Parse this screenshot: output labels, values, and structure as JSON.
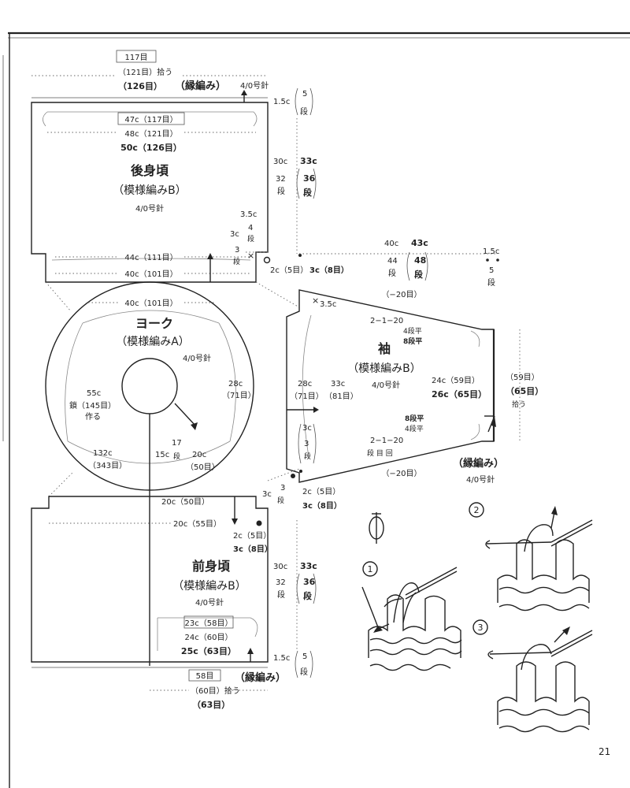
{
  "page_number": "21",
  "back_body": {
    "title": "後身頃",
    "pattern": "（模様編みB）",
    "needle": "4/0号針",
    "pick_up_boxed": "117目",
    "pick_up_mid": "（121目）拾う",
    "pick_up_large": "（126目）",
    "edging": "（縁編み）",
    "edging_needle": "4/0号針",
    "width_boxed": "47c（117目）",
    "width_mid": "48c（121目）",
    "width_large": "50c（126目）",
    "bottom_width_a": "44c（111目）",
    "bottom_width_b": "40c（101目）",
    "edge_cm": "1.5c",
    "edge_rows": "5",
    "edge_rows_unit": "段",
    "length_a": "30c",
    "length_b": "33c",
    "rows_a": "32",
    "rows_b": "36",
    "rows_unit": "段",
    "dec_cm": "3.5c",
    "dec_cm2": "3c",
    "dec_rows_a": "4",
    "dec_rows_b": "3",
    "cross": "×",
    "side_a": "2c（5目）",
    "side_b": "3c（8目）"
  },
  "yoke": {
    "title": "ヨーク",
    "pattern": "（模様編みA）",
    "needle": "4/0号針",
    "top_width": "40c（101目）",
    "side_a": "28c",
    "side_b": "（71目）",
    "chain_cm": "55c",
    "chain_sts": "鎖（145目）",
    "chain_make": "作る",
    "outer_cm": "132c",
    "outer_sts": "（343目）",
    "depth_cm": "15c",
    "depth_rows": "17",
    "depth_unit": "段",
    "bottom_a": "20c",
    "bottom_b": "（50目）"
  },
  "sleeve": {
    "title": "袖",
    "pattern": "（模様編みB）",
    "needle": "4/0号針",
    "len_a": "40c",
    "len_b": "43c",
    "rows_a": "44",
    "rows_b": "48",
    "rows_unit": "段",
    "edge_cm": "1.5c",
    "edge_rows": "5",
    "edge_rows_unit": "段",
    "inc_top": "（−20目）",
    "inc_rule_top": "2−1−20",
    "plain_a": "4段平",
    "plain_b": "8段平",
    "inc_rule_bottom": "2−1−20",
    "rule_legend": "段 目 回",
    "inc_bottom": "（−20目）",
    "plain_c": "8段平",
    "plain_d": "4段平",
    "cross": "×",
    "cap_cm": "3.5c",
    "left_a": "28c",
    "left_b": "（71目）",
    "mid_a": "33c",
    "mid_b": "（81目）",
    "cuff_a": "24c（59目）",
    "cuff_b": "26c（65目）",
    "pick_up_a": "（59目）",
    "pick_up_b": "（65目）",
    "pick_up_label": "拾う",
    "edging": "（縁編み）",
    "edging_needle": "4/0号針",
    "bottom_cm": "3c",
    "bottom_rows": "3",
    "bottom_unit": "段"
  },
  "front_body": {
    "title": "前身頃",
    "pattern": "（模様編みB）",
    "needle": "4/0号針",
    "neck_a": "20c（50目）",
    "neck_b": "20c（55目）",
    "side_a": "2c（5目）",
    "side_b": "3c（8目）",
    "side_c": "2c（5目）",
    "side_d": "3c（8目）",
    "corner_cm": "3c",
    "corner_rows": "3",
    "corner_unit": "段",
    "length_a": "30c",
    "length_b": "33c",
    "rows_a": "32",
    "rows_b": "36",
    "rows_unit": "段",
    "width_boxed": "23c（58目）",
    "width_mid": "24c（60目）",
    "width_large": "25c（63目）",
    "edge_cm": "1.5c",
    "edge_rows": "5",
    "edge_rows_unit": "段",
    "pick_up_boxed": "58目",
    "pick_up_mid": "（60目）拾う",
    "pick_up_large": "（63目）",
    "edging": "（縁編み）"
  },
  "steps": {
    "step1": "1",
    "step2": "2",
    "step3": "3"
  }
}
